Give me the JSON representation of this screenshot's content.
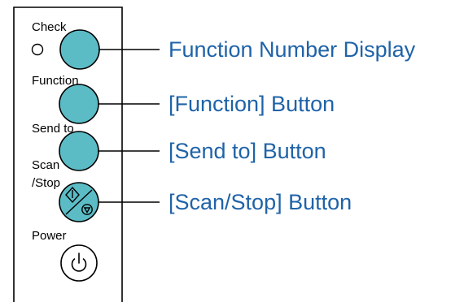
{
  "colors": {
    "button_fill": "#5bbcc6",
    "button_stroke": "#000000",
    "callout_text": "#1f63a8",
    "leader_line": "#000000"
  },
  "panel": {
    "labels": {
      "check": "Check",
      "function": "Function",
      "send_to": "Send to",
      "scan": "Scan",
      "stop": "/Stop",
      "power": "Power"
    }
  },
  "callouts": {
    "function_number_display": "Function Number Display",
    "function_button": "[Function] Button",
    "send_to_button": "[Send to] Button",
    "scan_stop_button": "[Scan/Stop] Button"
  },
  "icons": {
    "check_led": "check-indicator-led-icon",
    "scan_stop": "scan-stop-icon",
    "power": "power-icon"
  }
}
